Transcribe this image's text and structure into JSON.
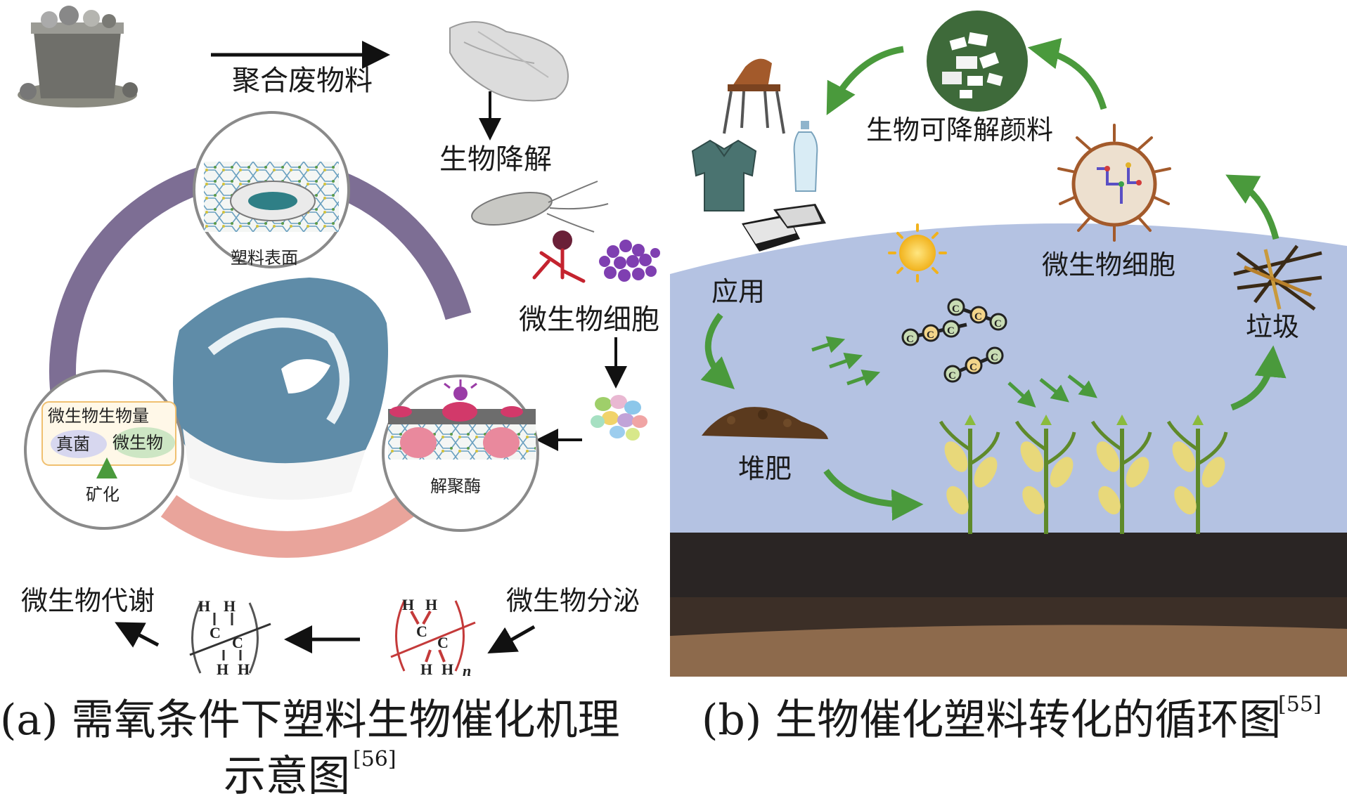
{
  "panel_a": {
    "label_polymer_waste": "聚合废物料",
    "label_biodegradation": "生物降解",
    "label_microbial_cells": "微生物细胞",
    "label_plastic_surface": "塑料表面",
    "label_depolymerase": "解聚酶",
    "label_biomass": "微生物生物量",
    "label_fungi": "真菌",
    "label_microbe": "微生物",
    "label_mineralization": "矿化",
    "label_metabolism": "微生物代谢",
    "label_secretion": "微生物分泌",
    "chem": {
      "h": "H",
      "c": "C",
      "n": "n"
    },
    "caption_line1": "(a) 需氧条件下塑料生物催化机理",
    "caption_line2": "示意图",
    "caption_ref": "[56]"
  },
  "panel_b": {
    "label_pigment": "生物可降解颜料",
    "label_application": "应用",
    "label_microbial_cells": "微生物细胞",
    "label_garbage": "垃圾",
    "label_compost": "堆肥",
    "carbon_symbol": "C",
    "caption": "(b) 生物催化塑料转化的循环图",
    "caption_ref": "[55]"
  },
  "colors": {
    "ring_purple": "#7d6e94",
    "ring_pink": "#e5948a",
    "arrow_green": "#4a9a3c",
    "sky": "#b4c2e2",
    "soil_dark": "#2a2524",
    "soil_brown": "#8d6a4c"
  },
  "icons": [
    "trash-bin-icon",
    "plastic-bag-icon",
    "bacteria-icon",
    "virus-icon",
    "cell-cluster-icon",
    "sun-icon",
    "chair-icon",
    "shirt-icon",
    "bottle-icon",
    "food-box-icon",
    "corn-plant-icon",
    "microbe-cell-icon",
    "pigment-icon",
    "compost-pile-icon",
    "garbage-heap-icon"
  ]
}
